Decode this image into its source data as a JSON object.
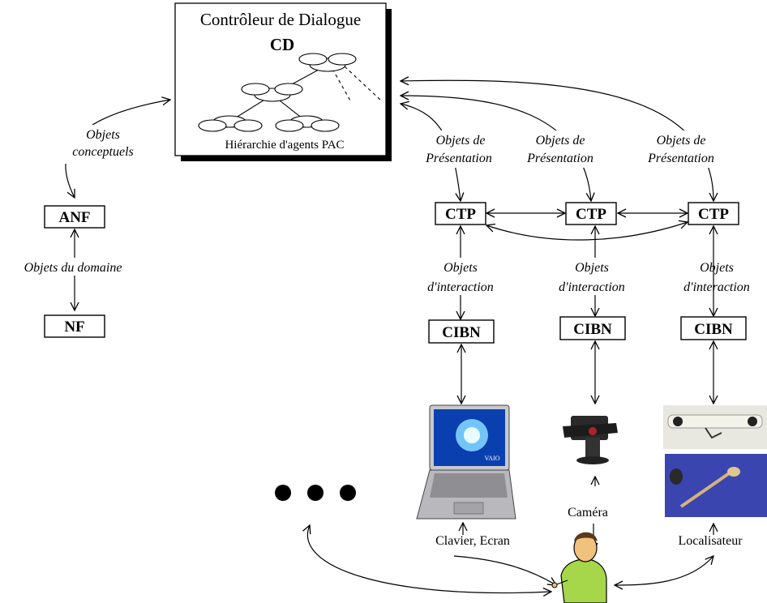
{
  "controller": {
    "title": "Contrôleur de Dialogue",
    "abbr": "CD",
    "caption": "Hiérarchie d'agents PAC"
  },
  "left": {
    "conceptual": [
      "Objets",
      "conceptuels"
    ],
    "anf": "ANF",
    "domain": "Objets du domaine",
    "nf": "NF"
  },
  "columns": [
    {
      "pres": [
        "Objets de",
        "Présentation"
      ],
      "ctp": "CTP",
      "inter": [
        "Objets",
        "d'interaction"
      ],
      "cibn": "CIBN",
      "device": "Clavier, Ecran",
      "device_icon": "laptop-icon"
    },
    {
      "pres": [
        "Objets de",
        "Présentation"
      ],
      "ctp": "CTP",
      "inter": [
        "Objets",
        "d'interaction"
      ],
      "cibn": "CIBN",
      "device": "Caméra",
      "device_icon": "camera-icon"
    },
    {
      "pres": [
        "Objets de",
        "Présentation"
      ],
      "ctp": "CTP",
      "inter": [
        "Objets",
        "d'interaction"
      ],
      "cibn": "CIBN",
      "device": "Localisateur",
      "device_icon": "locator-icon"
    }
  ],
  "icons": {
    "user": "user-icon",
    "more": "ellipsis-dots-icon",
    "laptop_brand": "VAIO"
  },
  "colors": {
    "line": "#000000",
    "screen": "#0a3fb0",
    "user_shirt": "#a6d64a",
    "user_skin": "#f1c27d"
  }
}
